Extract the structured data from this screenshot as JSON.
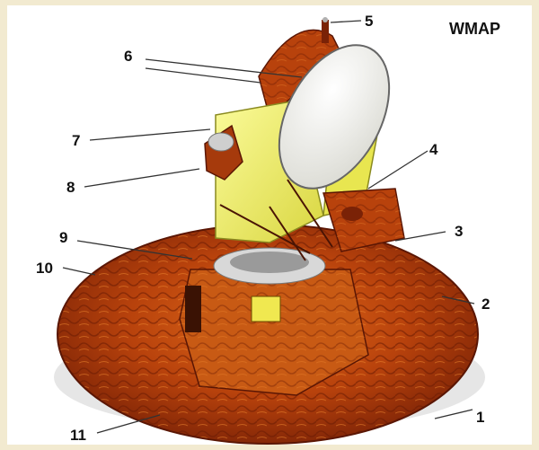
{
  "title": "WMAP",
  "callouts": [
    {
      "number": "1"
    },
    {
      "number": "2"
    },
    {
      "number": "3"
    },
    {
      "number": "4"
    },
    {
      "number": "5"
    },
    {
      "number": "6"
    },
    {
      "number": "7"
    },
    {
      "number": "8"
    },
    {
      "number": "9"
    },
    {
      "number": "10"
    },
    {
      "number": "11"
    }
  ],
  "colors": {
    "background": "#ece4c6",
    "panel": "#ffffff",
    "sun_shield": "#b8420c",
    "radiator_panel": "#f2f25a",
    "reflector": "#f5f5f0",
    "leader_line": "#333333"
  }
}
